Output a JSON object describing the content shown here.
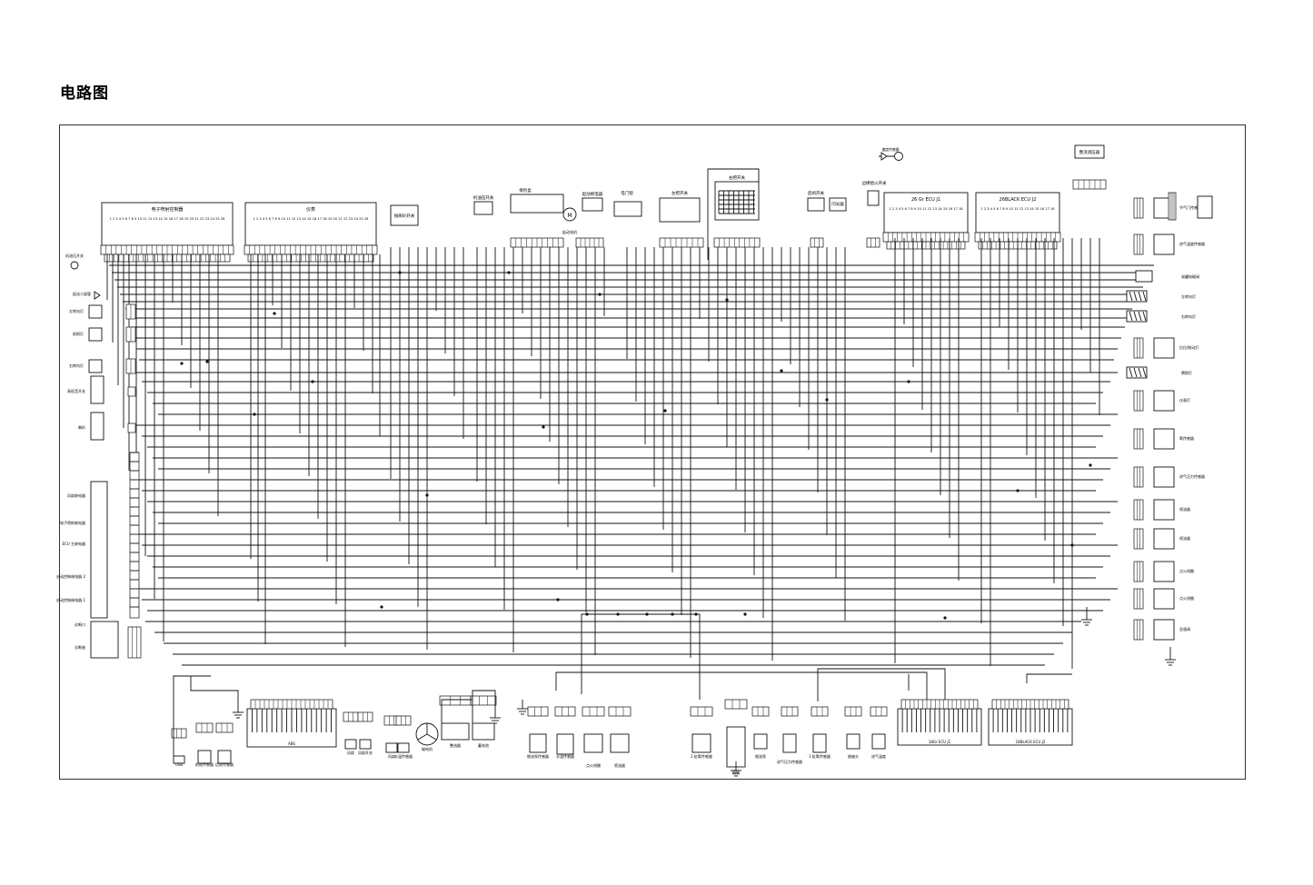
{
  "page": {
    "title": "电路图"
  },
  "diagram": {
    "top_modules": [
      {
        "id": "ecu-control",
        "label": "电子喷射控制器",
        "pins": "1 2 3 4 5 6 7 8 9 10 11 12 13 14 15 16 17 18 19 20 21 22 23 24 25 26"
      },
      {
        "id": "meter",
        "label": "仪表",
        "pins": "1 2 3 4 5 6 7 8 9 10 11 12 13 14 15 16 17 18 19 20 21 22 23 24 25 26"
      },
      {
        "id": "ecu-j1",
        "label": "26 Gr ECU J1",
        "pins": "1 2 3 4 5 6 7 8 9 10 11 12 13 14 15 16 17 18"
      },
      {
        "id": "ecu-j2",
        "label": "26BLACK ECU J2",
        "pins": "1 2 3 4 5 6 7 8 9 10 11 12 13 14 15 16 17 18"
      }
    ],
    "top_devices": [
      {
        "id": "signal-switch",
        "label": "按喇叭开关"
      },
      {
        "id": "engine-start-switch",
        "label": "机油压开关"
      },
      {
        "id": "fuse-box",
        "label": "保险盒"
      },
      {
        "id": "starter-motor",
        "label": "起动电机"
      },
      {
        "id": "start-relay",
        "label": "起动继电器"
      },
      {
        "id": "power-lock",
        "label": "电门锁"
      },
      {
        "id": "left-handlebar-switch",
        "label": "左把开关"
      },
      {
        "id": "right-handlebar-switch",
        "label": "右把开关"
      },
      {
        "id": "rear-brake-switch",
        "label": "后刹开关"
      },
      {
        "id": "flash-relay",
        "label": "闪光器"
      },
      {
        "id": "side-stand-switch",
        "label": "边撑熄火开关"
      },
      {
        "id": "rectifier",
        "label": "整流调压器"
      },
      {
        "id": "speed-sensor",
        "label": "速度传感器"
      }
    ],
    "left_components": [
      {
        "id": "engine-oil-switch",
        "label": "机油压开关"
      },
      {
        "id": "start-diode",
        "label": "起动二极管"
      },
      {
        "id": "left-turn-front",
        "label": "左转向灯"
      },
      {
        "id": "headlight",
        "label": "前照灯"
      },
      {
        "id": "right-turn-front",
        "label": "右转向灯"
      },
      {
        "id": "high-low-switch",
        "label": "高低音开关"
      },
      {
        "id": "horn",
        "label": "喇叭"
      },
      {
        "id": "fan-relay",
        "label": "风扇继电器"
      },
      {
        "id": "efi-relay",
        "label": "电子喷射继电器"
      },
      {
        "id": "ecu-main-relay",
        "label": "ECU 主继电器"
      },
      {
        "id": "aux-relay-2",
        "label": "启动控制继电器 2"
      },
      {
        "id": "aux-relay-1",
        "label": "启动控制继电器 1"
      },
      {
        "id": "ground-left",
        "label": "诊断口"
      },
      {
        "id": "diag-port",
        "label": "诊断座"
      }
    ],
    "right_components": [
      {
        "id": "throttle-sensor",
        "label": "节气门传感器"
      },
      {
        "id": "intake-temp",
        "label": "进气温度传感器"
      },
      {
        "id": "canister",
        "label": "炭罐电磁阀"
      },
      {
        "id": "left-turn-rear",
        "label": "左转向灯"
      },
      {
        "id": "right-turn-rear",
        "label": "右转向灯"
      },
      {
        "id": "tail-light",
        "label": "后位/制动灯"
      },
      {
        "id": "license-light",
        "label": "牌照灯"
      },
      {
        "id": "dash-meter",
        "label": "仪表灯"
      },
      {
        "id": "o2-sensor",
        "label": "氧传感器"
      },
      {
        "id": "intake-pressure",
        "label": "进气压力传感器"
      },
      {
        "id": "injector-1",
        "label": "喷油器"
      },
      {
        "id": "injector-2",
        "label": "喷油器"
      },
      {
        "id": "ignition-coil",
        "label": "点火线圈"
      },
      {
        "id": "ignition-coil-2",
        "label": "点火线圈"
      },
      {
        "id": "idle-valve",
        "label": "怠速阀"
      }
    ],
    "bottom_components": [
      {
        "id": "usb",
        "label": "USB"
      },
      {
        "id": "front-wheel-sensor",
        "label": "前轮传感器"
      },
      {
        "id": "rear-wheel-sensor",
        "label": "后轮传感器"
      },
      {
        "id": "abs",
        "label": "ABS"
      },
      {
        "id": "fan-relay-b",
        "label": "风扇"
      },
      {
        "id": "fan-switch",
        "label": "风扇开关"
      },
      {
        "id": "fan",
        "label": "风扇"
      },
      {
        "id": "water-temp",
        "label": "水温传感器"
      },
      {
        "id": "magneto",
        "label": "磁电机"
      },
      {
        "id": "regulator",
        "label": "整流器"
      },
      {
        "id": "battery",
        "label": "蓄电池"
      },
      {
        "id": "oil-pump",
        "label": "燃油泵传感器"
      },
      {
        "id": "water-temp-b",
        "label": "水温传感器"
      },
      {
        "id": "ignition",
        "label": "点火线圈"
      },
      {
        "id": "injectors",
        "label": "喷油器"
      },
      {
        "id": "o2-bottom",
        "label": "2 缸氧传感器"
      },
      {
        "id": "ground-bottom",
        "label": "搭铁"
      },
      {
        "id": "fuel-pump",
        "label": "燃油泵"
      },
      {
        "id": "intake-pressure-b",
        "label": "进气压力传感器"
      },
      {
        "id": "o2-1",
        "label": "1 缸氧传感器"
      },
      {
        "id": "crank-sensor",
        "label": "曲轴头"
      },
      {
        "id": "intake-temp-b",
        "label": "进气温度"
      },
      {
        "id": "ecu-j1-b",
        "label": "18Gr ECU J1"
      },
      {
        "id": "ecu-j2-b",
        "label": "18BLACK ECU J2"
      }
    ],
    "colors": {
      "line": "#111111",
      "background": "#ffffff",
      "frame": "#333333"
    }
  }
}
